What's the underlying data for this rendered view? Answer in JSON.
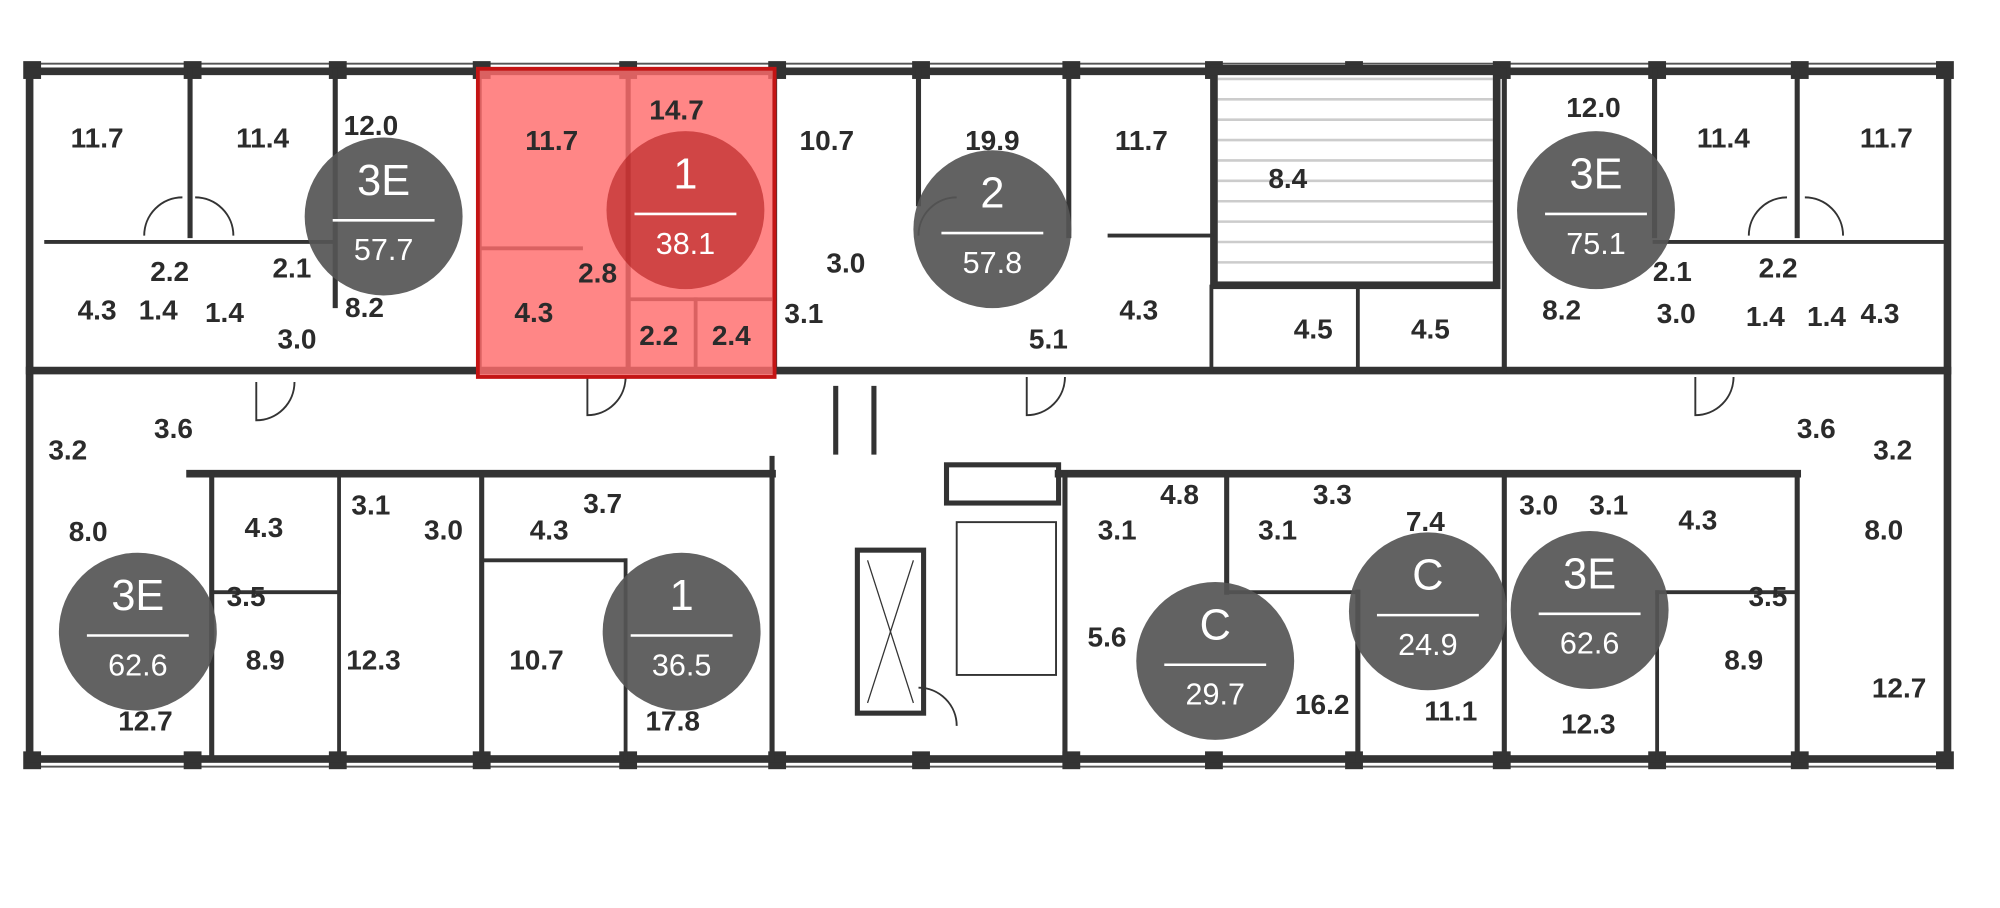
{
  "colors": {
    "highlight": "#ff6b6b",
    "highlight_border": "#c41414",
    "badge": "#555555",
    "wall": "#333333"
  },
  "selected_apartment": {
    "type": "1",
    "area": "38.1"
  },
  "apartments": [
    {
      "type": "3E",
      "area": "57.7"
    },
    {
      "type": "1",
      "area": "38.1"
    },
    {
      "type": "2",
      "area": "57.8"
    },
    {
      "type": "3E",
      "area": "75.1"
    },
    {
      "type": "3E",
      "area": "62.6"
    },
    {
      "type": "1",
      "area": "36.5"
    },
    {
      "type": "C",
      "area": "29.7"
    },
    {
      "type": "C",
      "area": "24.9"
    },
    {
      "type": "3E",
      "area": "62.6"
    }
  ],
  "rooms_top": [
    "11.7",
    "11.4",
    "12.0",
    "11.7",
    "14.7",
    "10.7",
    "19.9",
    "11.7",
    "8.4",
    "12.0",
    "11.4",
    "11.7",
    "2.2",
    "2.1",
    "4.3",
    "1.4",
    "1.4",
    "3.0",
    "8.2",
    "2.8",
    "4.3",
    "2.2",
    "2.4",
    "3.0",
    "3.1",
    "5.1",
    "4.3",
    "4.5",
    "4.5",
    "8.2",
    "2.1",
    "2.2",
    "3.0",
    "1.4",
    "1.4",
    "4.3"
  ],
  "rooms_mid": [
    "3.6",
    "3.2",
    "3.6",
    "3.2"
  ],
  "rooms_bottom": [
    "8.0",
    "4.3",
    "3.1",
    "3.0",
    "4.3",
    "3.7",
    "3.5",
    "8.9",
    "12.3",
    "10.7",
    "12.7",
    "17.8",
    "4.8",
    "3.3",
    "3.1",
    "3.1",
    "7.4",
    "3.0",
    "3.1",
    "4.3",
    "8.0",
    "3.5",
    "5.6",
    "16.2",
    "11.1",
    "12.3",
    "8.9",
    "12.7"
  ]
}
